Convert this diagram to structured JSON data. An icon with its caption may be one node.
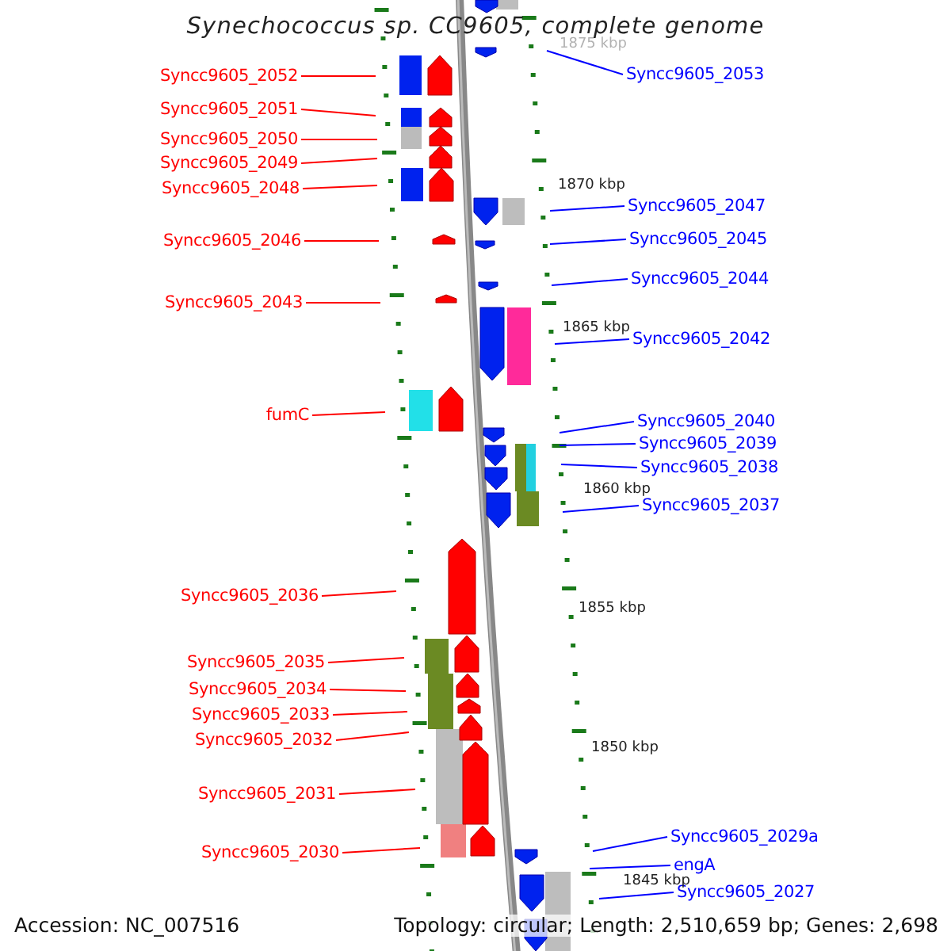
{
  "diagram": {
    "title": "Synechococcus sp. CC9605, complete genome",
    "nodes": [
      {
        "text": [
          "Syncc9605_2052"
        ]
      },
      {
        "text": [
          "Syncc9605_2051"
        ]
      },
      {
        "text": [
          "Syncc9605_2050"
        ]
      },
      {
        "text": [
          "Syncc9605_2049"
        ]
      },
      {
        "text": [
          "Syncc9605_2048"
        ]
      },
      {
        "text": [
          "Syncc9605_2046"
        ]
      },
      {
        "text": [
          "Syncc9605_2043"
        ]
      },
      {
        "text": [
          "fumC"
        ]
      },
      {
        "text": [
          "Syncc9605_2036"
        ]
      },
      {
        "text": [
          "Syncc9605_2035"
        ]
      },
      {
        "text": [
          "Syncc9605_2034"
        ]
      },
      {
        "text": [
          "Syncc9605_2033"
        ]
      },
      {
        "text": [
          "Syncc9605_2032"
        ]
      },
      {
        "text": [
          "Syncc9605_2031"
        ]
      },
      {
        "text": [
          "Syncc9605_2030"
        ]
      },
      {
        "text": [
          "Syncc9605_2053"
        ]
      },
      {
        "text": [
          "Syncc9605_2047"
        ]
      },
      {
        "text": [
          "Syncc9605_2045"
        ]
      },
      {
        "text": [
          "Syncc9605_2044"
        ]
      },
      {
        "text": [
          "Syncc9605_2042"
        ]
      },
      {
        "text": [
          "Syncc9605_2040"
        ]
      },
      {
        "text": [
          "Syncc9605_2039"
        ]
      },
      {
        "text": [
          "Syncc9605_2038"
        ]
      },
      {
        "text": [
          "Syncc9605_2037"
        ]
      },
      {
        "text": [
          "Syncc9605_2029a"
        ]
      },
      {
        "text": [
          "engA"
        ]
      },
      {
        "text": [
          "Syncc9605_2027"
        ]
      }
    ],
    "edges": [
      {
        "from": 0,
        "to": null,
        "arrow": "none"
      },
      {
        "from": 1,
        "to": null,
        "arrow": "none"
      },
      {
        "from": 2,
        "to": null,
        "arrow": "none"
      },
      {
        "from": 3,
        "to": null,
        "arrow": "none"
      },
      {
        "from": 4,
        "to": null,
        "arrow": "none"
      },
      {
        "from": 5,
        "to": null,
        "arrow": "none"
      },
      {
        "from": 6,
        "to": null,
        "arrow": "none"
      },
      {
        "from": 7,
        "to": null,
        "arrow": "none"
      },
      {
        "from": 8,
        "to": null,
        "arrow": "none"
      },
      {
        "from": 9,
        "to": null,
        "arrow": "none"
      },
      {
        "from": 10,
        "to": null,
        "arrow": "none"
      },
      {
        "from": 11,
        "to": null,
        "arrow": "none"
      },
      {
        "from": 12,
        "to": null,
        "arrow": "none"
      },
      {
        "from": 13,
        "to": null,
        "arrow": "none"
      },
      {
        "from": 14,
        "to": null,
        "arrow": "none"
      },
      {
        "from": 15,
        "to": null,
        "arrow": "none",
        "color": "#0000ff"
      },
      {
        "from": 16,
        "to": null,
        "arrow": "none",
        "color": "#0000ff"
      },
      {
        "from": 17,
        "to": null,
        "arrow": "none",
        "color": "#0000ff"
      },
      {
        "from": 18,
        "to": null,
        "arrow": "none",
        "color": "#0000ff"
      },
      {
        "from": 19,
        "to": null,
        "arrow": "none",
        "color": "#0000ff"
      },
      {
        "from": 20,
        "to": null,
        "arrow": "none",
        "color": "#0000ff"
      },
      {
        "from": 21,
        "to": null,
        "arrow": "none",
        "color": "#0000ff"
      },
      {
        "from": 22,
        "to": null,
        "arrow": "none",
        "color": "#0000ff"
      },
      {
        "from": 23,
        "to": null,
        "arrow": "none",
        "color": "#0000ff"
      },
      {
        "from": 24,
        "to": null,
        "arrow": "none",
        "color": "#0000ff"
      },
      {
        "from": 25,
        "to": null,
        "arrow": "none",
        "color": "#0000ff"
      },
      {
        "from": 26,
        "to": null,
        "arrow": "none",
        "color": "#0000ff"
      }
    ],
    "labels": [
      "1875 kbp",
      "1870 kbp",
      "1865 kbp",
      "1860 kbp",
      "1855 kbp",
      "1850 kbp",
      "1845 kbp",
      "Accession: NC_007516",
      "Topology: circular; Length: 2,510,659 bp; Genes: 2,698"
    ]
  }
}
